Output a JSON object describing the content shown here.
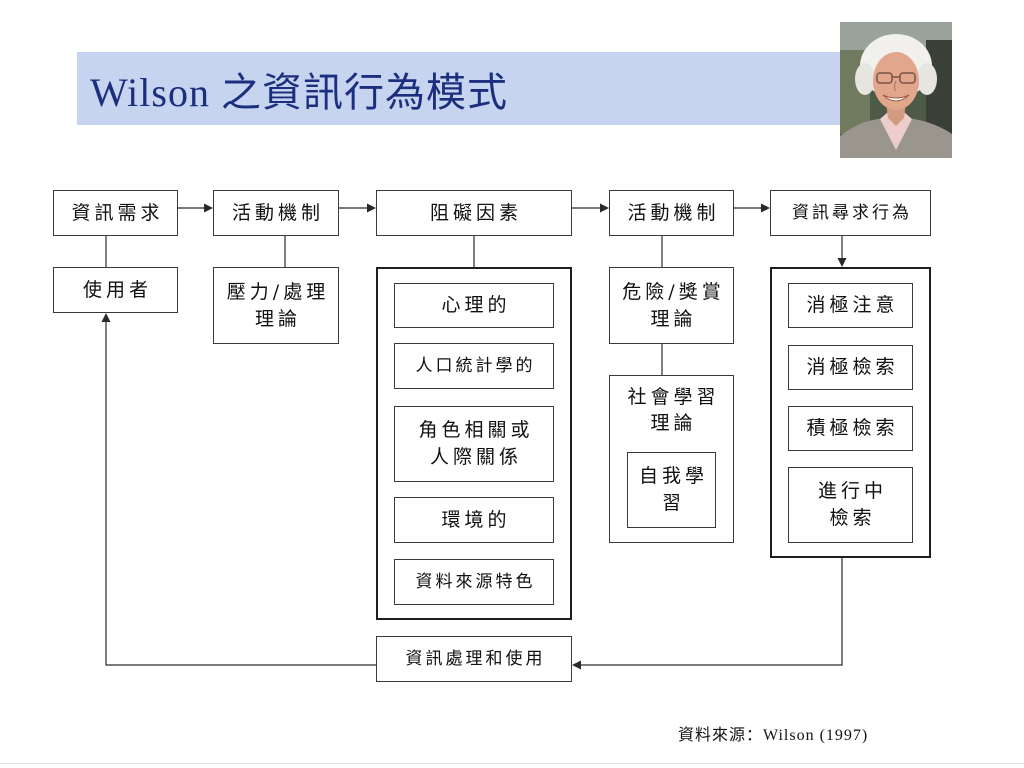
{
  "title": "Wilson 之資訊行為模式",
  "photo_icon": "portrait-photo",
  "diagram": {
    "top_row": [
      "資訊需求",
      "活動機制",
      "阻礙因素",
      "活動機制",
      "資訊尋求行為"
    ],
    "user": "使用者",
    "stress_theory": [
      "壓力/處理",
      "理論"
    ],
    "barriers": [
      [
        "心理的"
      ],
      [
        "人口統計學的"
      ],
      [
        "角色相關或",
        "人際關係"
      ],
      [
        "環境的"
      ],
      [
        "資料來源特色"
      ]
    ],
    "risk_theory": [
      "危險/獎賞",
      "理論"
    ],
    "social_learning": [
      "社會學習",
      "理論"
    ],
    "self_efficacy": [
      "自我學",
      "習"
    ],
    "seeking_modes": [
      [
        "消極注意"
      ],
      [
        "消極檢索"
      ],
      [
        "積極檢索"
      ],
      [
        "進行中",
        "檢索"
      ]
    ],
    "processing": "資訊處理和使用"
  },
  "source_note": "資料來源：Wilson (1997)",
  "colors": {
    "title_bar": "#c6d4ef",
    "title_text": "#1c2f7e",
    "box_border": "#3a3a3a",
    "connector": "#2a2a2a"
  }
}
